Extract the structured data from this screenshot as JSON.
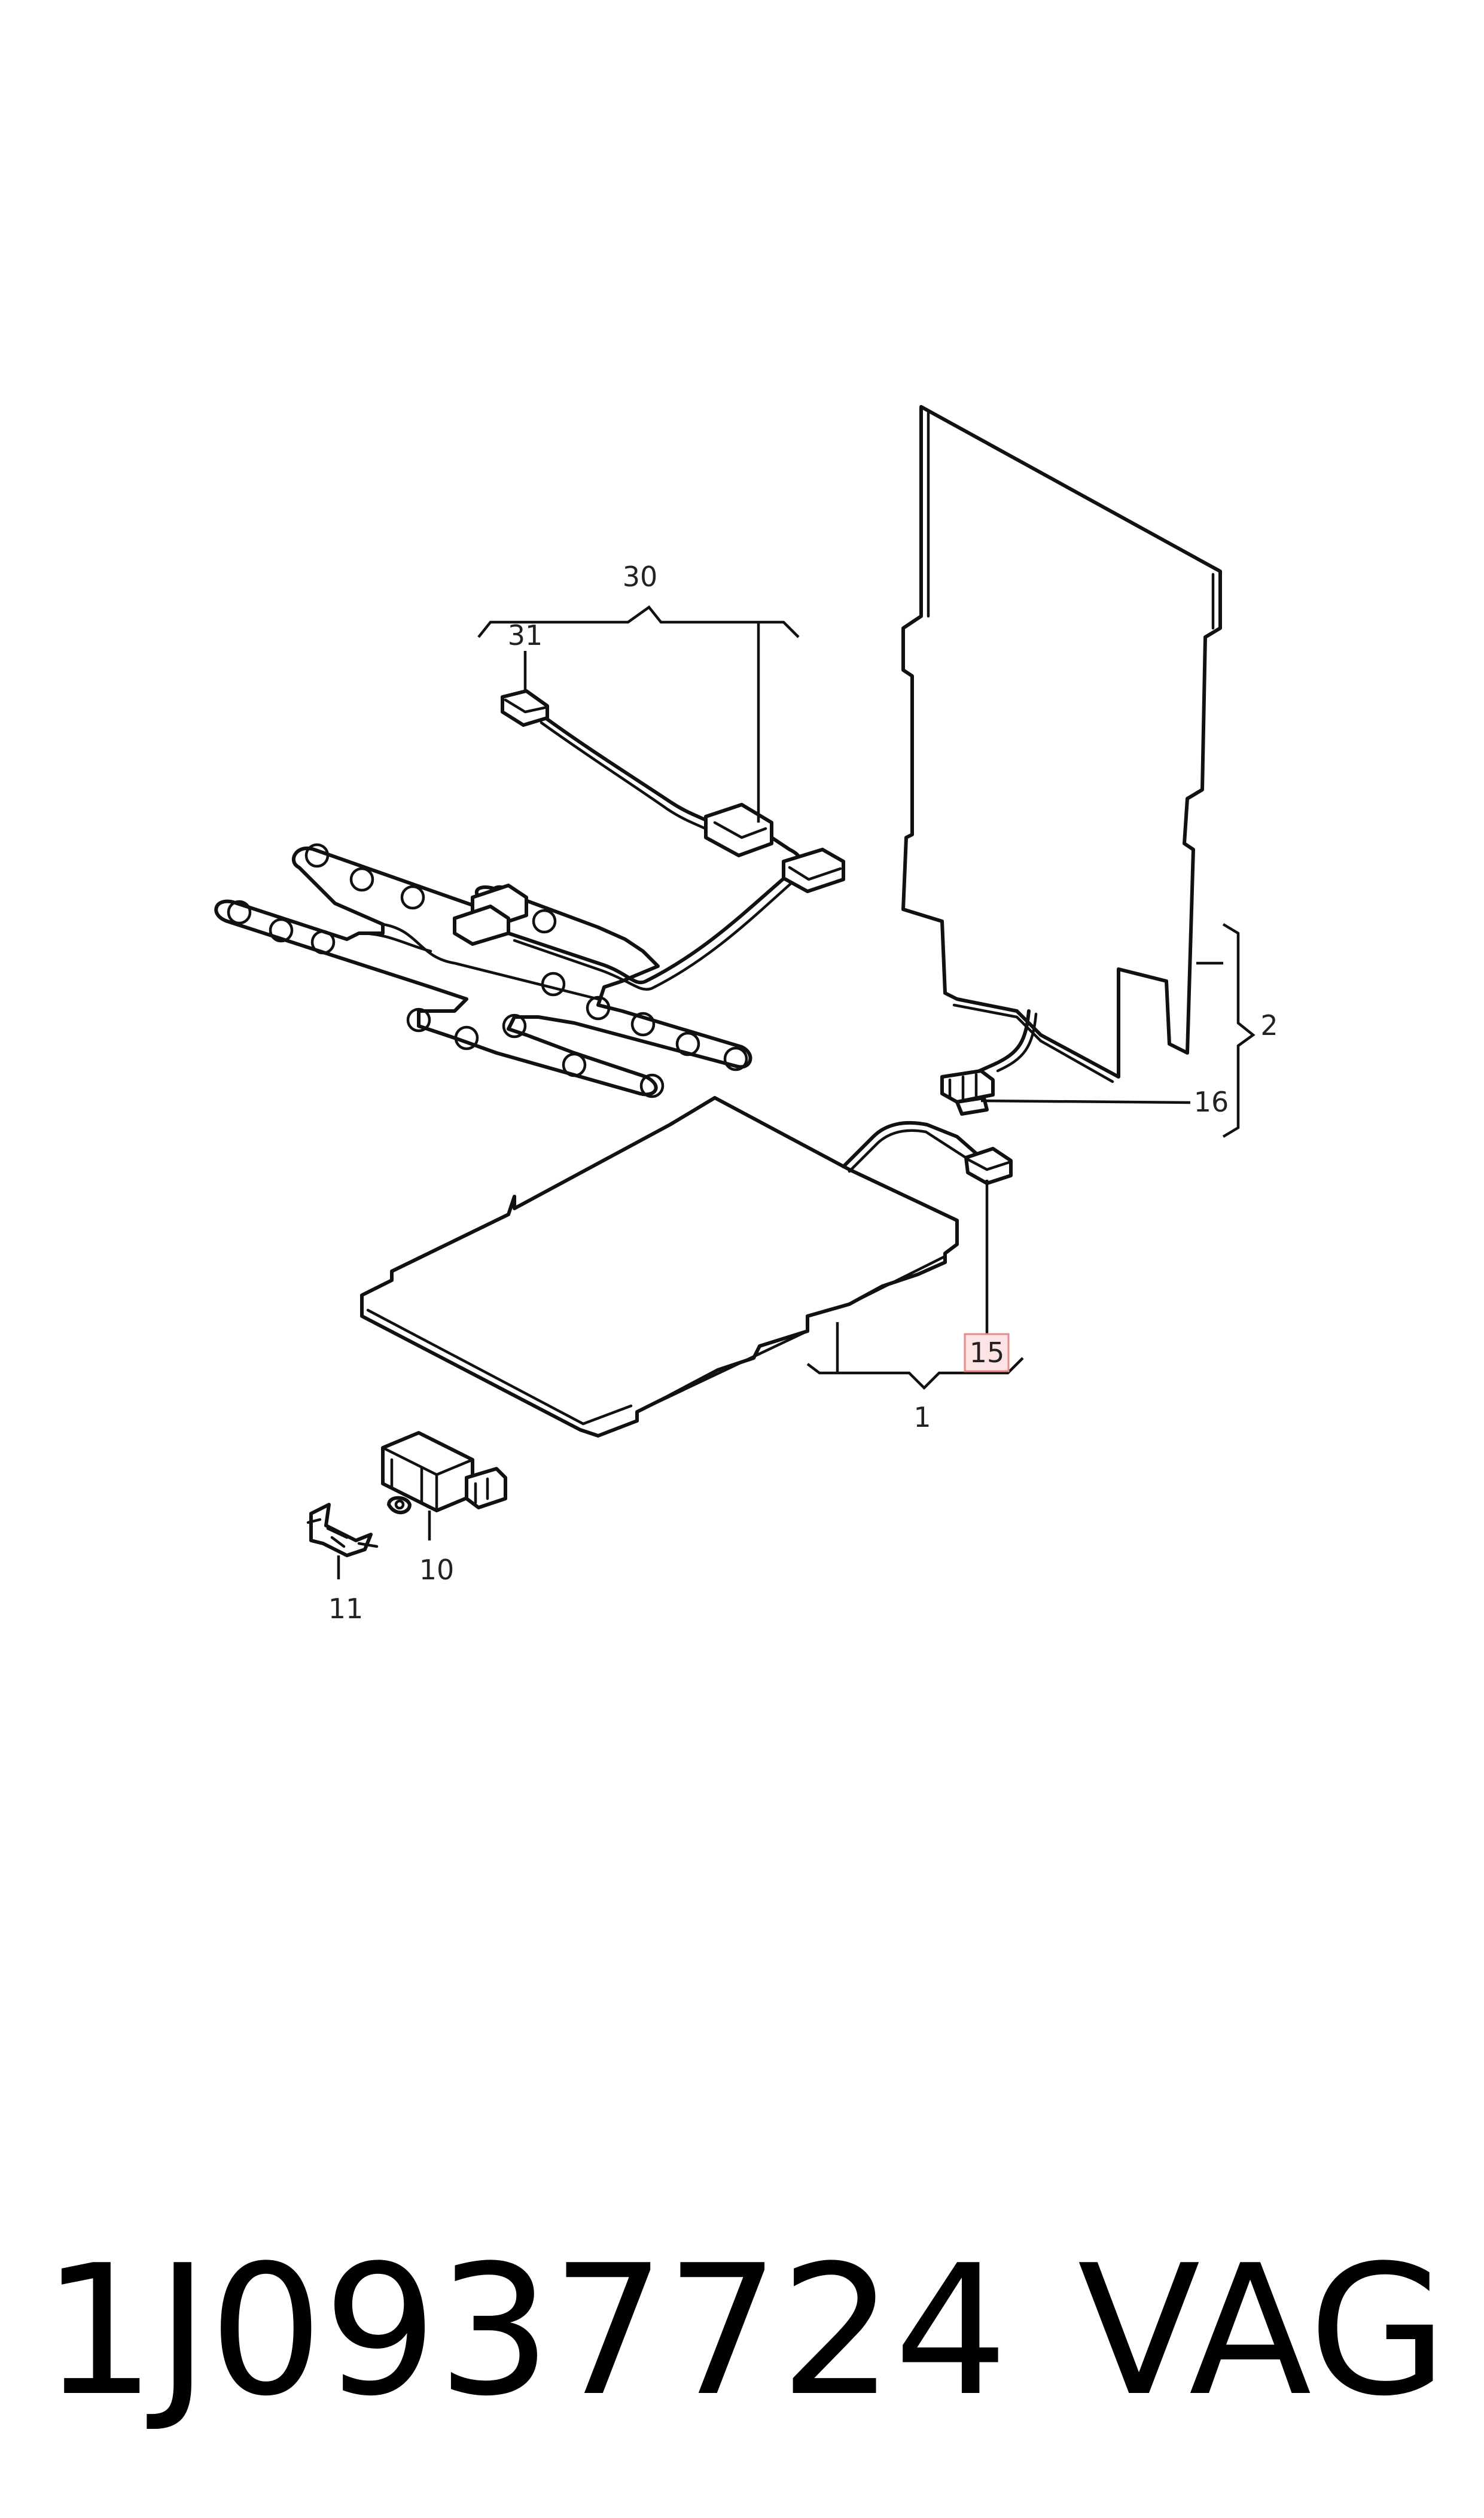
{
  "callouts": {
    "c1": "1",
    "c2": "2",
    "c10": "10",
    "c11": "11",
    "c15": "15",
    "c16": "16",
    "c30": "30",
    "c31": "31"
  },
  "highlight_color": "#e58b8b",
  "footer": {
    "part_number": "1J0937724",
    "brand": "VAG"
  }
}
